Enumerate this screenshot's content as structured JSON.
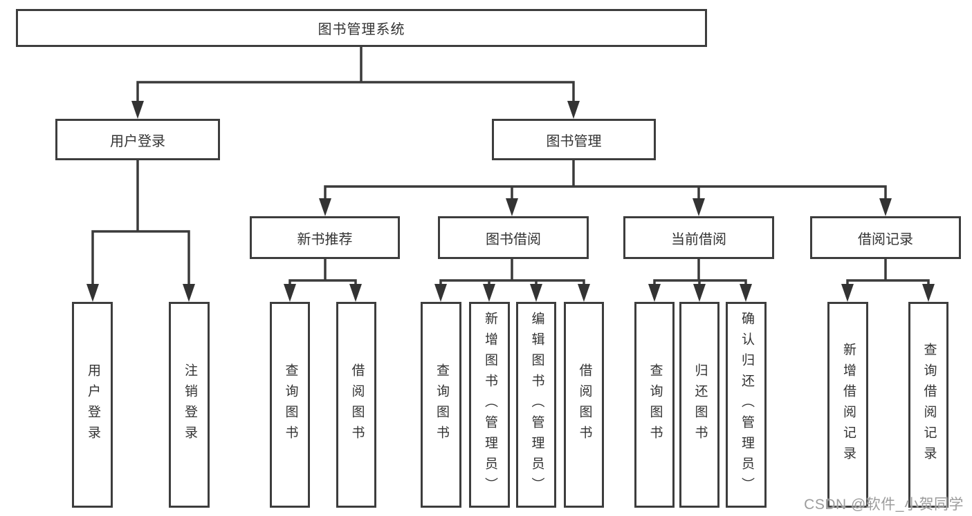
{
  "diagram": {
    "root": {
      "label": "图书管理系统"
    },
    "level2": [
      {
        "label": "用户登录"
      },
      {
        "label": "图书管理"
      }
    ],
    "level3": [
      {
        "label": "新书推荐"
      },
      {
        "label": "图书借阅"
      },
      {
        "label": "当前借阅"
      },
      {
        "label": "借阅记录"
      }
    ],
    "leaves": {
      "user_login": "用户登录",
      "logout": "注销登录",
      "nb_query": "查询图书",
      "nb_borrow": "借阅图书",
      "bb_query": "查询图书",
      "bb_add": "新增图书（管理员）",
      "bb_edit": "编辑图书（管理员）",
      "bb_borrow": "借阅图书",
      "cb_query": "查询图书",
      "cb_return": "归还图书",
      "cb_confirm": "确认归还（管理员）",
      "br_add": "新增借阅记录",
      "br_query": "查询借阅记录"
    }
  },
  "watermark": {
    "text": "CSDN @软件_小贺同学"
  },
  "colors": {
    "line": "#3a3a3a",
    "arrow": "#333333",
    "node_border": "#3d3d3d",
    "node_fill": "#ffffff",
    "text": "#333333",
    "watermark": "#9c9c9c",
    "background": "#ffffff"
  }
}
